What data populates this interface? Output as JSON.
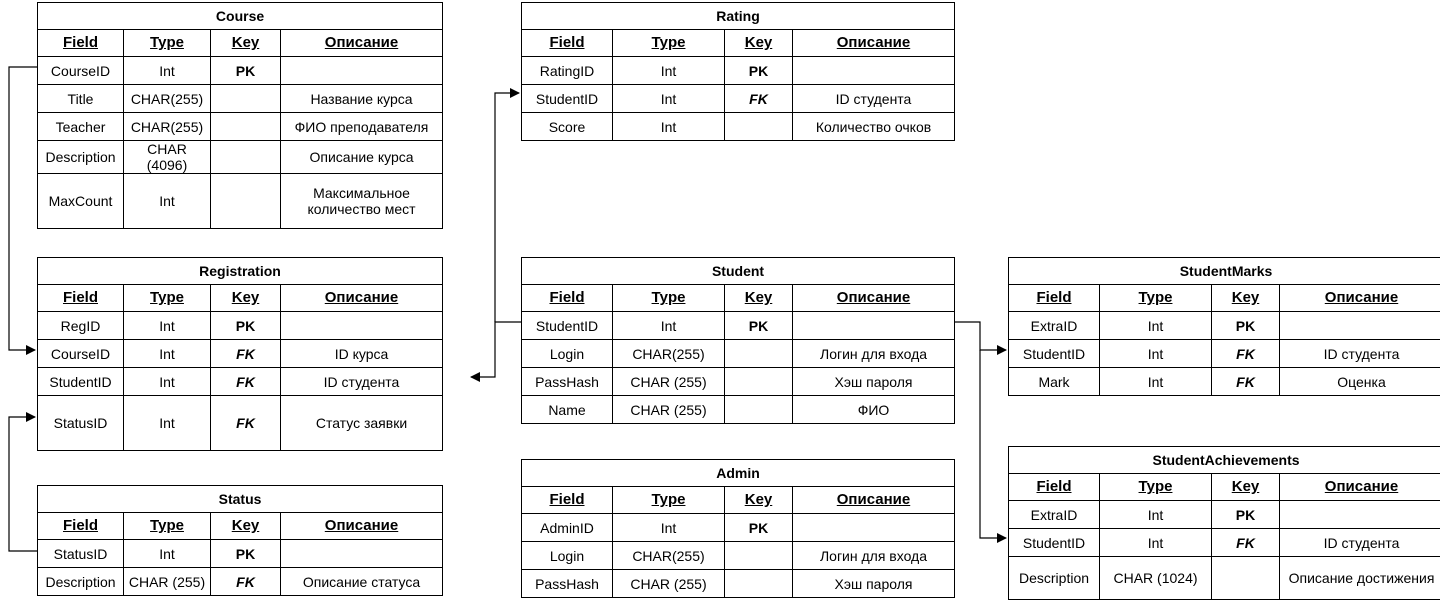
{
  "headers": {
    "field": "Field",
    "type": "Type",
    "key": "Key",
    "desc": "Описание"
  },
  "tables": {
    "course": {
      "title": "Course",
      "rows": [
        [
          "CourseID",
          "Int",
          "PK",
          ""
        ],
        [
          "Title",
          "CHAR(255)",
          "",
          "Название курса"
        ],
        [
          "Teacher",
          "CHAR(255)",
          "",
          "ФИО преподавателя"
        ],
        [
          "Description",
          "CHAR (4096)",
          "",
          "Описание курса"
        ],
        [
          "MaxCount",
          "Int",
          "",
          "Максимальное количество мест"
        ]
      ]
    },
    "rating": {
      "title": "Rating",
      "rows": [
        [
          "RatingID",
          "Int",
          "PK",
          ""
        ],
        [
          "StudentID",
          "Int",
          "FK",
          "ID студента"
        ],
        [
          "Score",
          "Int",
          "",
          "Количество очков"
        ]
      ]
    },
    "registration": {
      "title": "Registration",
      "rows": [
        [
          "RegID",
          "Int",
          "PK",
          ""
        ],
        [
          "CourseID",
          "Int",
          "FK",
          "ID курса"
        ],
        [
          "StudentID",
          "Int",
          "FK",
          "ID студента"
        ],
        [
          "StatusID",
          "Int",
          "FK",
          "Статус заявки"
        ]
      ]
    },
    "student": {
      "title": "Student",
      "rows": [
        [
          "StudentID",
          "Int",
          "PK",
          ""
        ],
        [
          "Login",
          "CHAR(255)",
          "",
          "Логин для входа"
        ],
        [
          "PassHash",
          "CHAR (255)",
          "",
          "Хэш пароля"
        ],
        [
          "Name",
          "CHAR (255)",
          "",
          "ФИО"
        ]
      ]
    },
    "studentMarks": {
      "title": "StudentMarks",
      "rows": [
        [
          "ExtraID",
          "Int",
          "PK",
          ""
        ],
        [
          "StudentID",
          "Int",
          "FK",
          "ID студента"
        ],
        [
          "Mark",
          "Int",
          "FK",
          "Оценка"
        ]
      ]
    },
    "admin": {
      "title": "Admin",
      "rows": [
        [
          "AdminID",
          "Int",
          "PK",
          ""
        ],
        [
          "Login",
          "CHAR(255)",
          "",
          "Логин для входа"
        ],
        [
          "PassHash",
          "CHAR (255)",
          "",
          "Хэш пароля"
        ]
      ]
    },
    "status": {
      "title": "Status",
      "rows": [
        [
          "StatusID",
          "Int",
          "PK",
          ""
        ],
        [
          "Description",
          "CHAR (255)",
          "FK",
          "Описание статуса"
        ]
      ]
    },
    "studentAchievements": {
      "title": "StudentAchievements",
      "rows": [
        [
          "ExtraID",
          "Int",
          "PK",
          ""
        ],
        [
          "StudentID",
          "Int",
          "FK",
          "ID студента"
        ],
        [
          "Description",
          "CHAR (1024)",
          "",
          "Описание достижения"
        ]
      ]
    }
  }
}
